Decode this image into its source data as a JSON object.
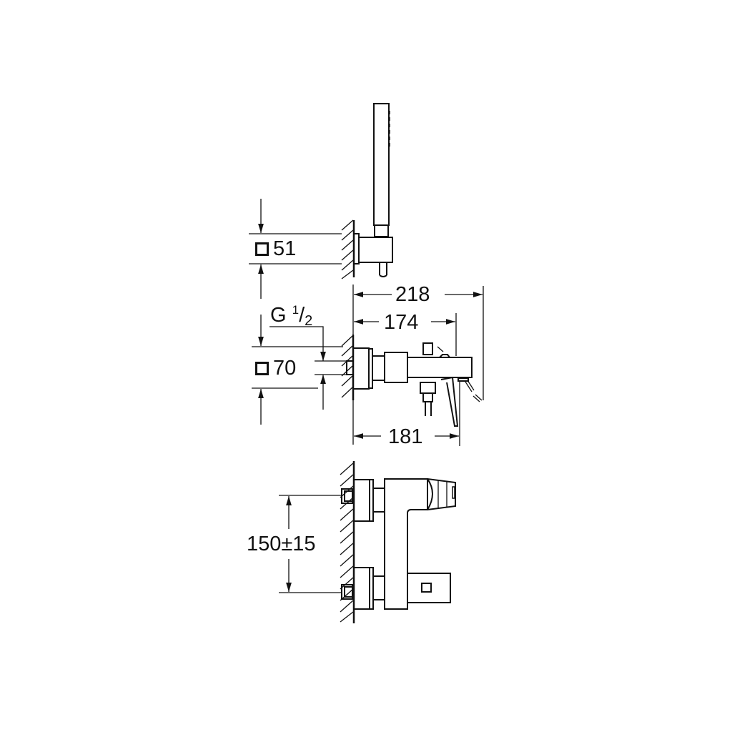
{
  "drawing": {
    "title": "Bath mixer with hand shower – dimension drawing",
    "line_color": "#111111",
    "background": "#ffffff"
  },
  "labels": {
    "holder_size": "51",
    "holder_size_symbol": "square",
    "thread": {
      "prefix": "G",
      "num": "1",
      "slash": "/",
      "den": "2"
    },
    "rosette_size": "70",
    "rosette_size_symbol": "square",
    "overall_depth": "218",
    "spout_depth": "174",
    "lever_depth": "181",
    "centre_distance": "150±15"
  }
}
